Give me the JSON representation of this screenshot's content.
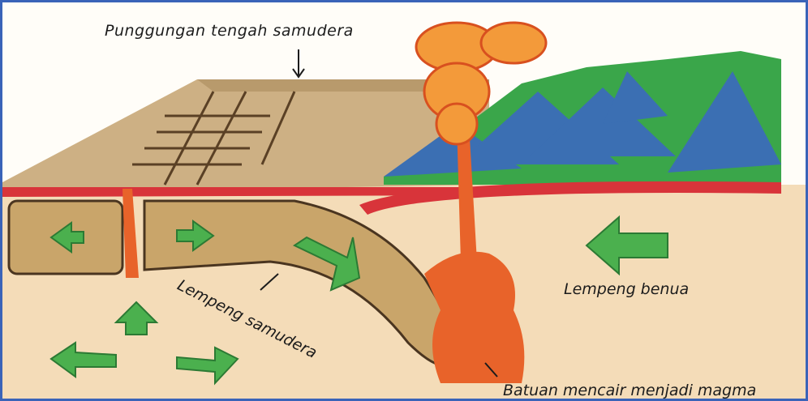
{
  "diagram": {
    "labels": {
      "ridge": "Punggungan tengah samudera",
      "oceanic_plate": "Lempeng samudera",
      "continental_plate": "Lempeng benua",
      "magma": "Batuan mencair menjadi magma"
    },
    "colors": {
      "frame": "#3a63b8",
      "mantle": "#f4dcb8",
      "ocean_crust": "#c9a56a",
      "ocean_crust_dark": "#8a6a3e",
      "red_layer": "#d8343a",
      "magma": "#e8632a",
      "eruption": "#f39a3a",
      "mountains_blue": "#3b6fb3",
      "land_green": "#3aa64a",
      "arrow_green": "#4bb04e"
    }
  }
}
